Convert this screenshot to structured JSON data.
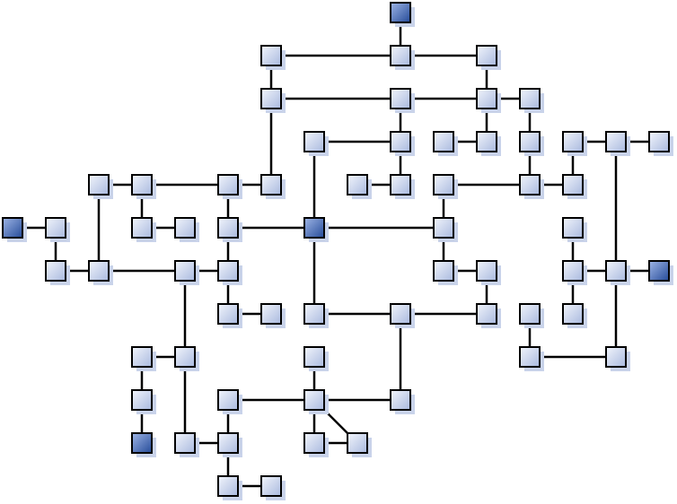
{
  "diagram": {
    "colors": {
      "background": "#ffffff",
      "edge": "#000000",
      "node_light_top": "#f2f5fc",
      "node_light_bottom": "#a9b9de",
      "node_dark_top": "#9fb6e6",
      "node_dark_bottom": "#244a98",
      "shadow": "#c9d3ea"
    },
    "nodes": [
      {
        "id": "n1",
        "style": "dark"
      },
      {
        "id": "n2",
        "style": "light"
      },
      {
        "id": "n3",
        "style": "light"
      },
      {
        "id": "n4",
        "style": "light"
      },
      {
        "id": "n5",
        "style": "light"
      },
      {
        "id": "n6",
        "style": "light"
      },
      {
        "id": "n7",
        "style": "light"
      },
      {
        "id": "n8",
        "style": "light"
      },
      {
        "id": "n9",
        "style": "light"
      },
      {
        "id": "n10",
        "style": "light"
      },
      {
        "id": "n11",
        "style": "light"
      },
      {
        "id": "n12",
        "style": "light"
      },
      {
        "id": "n13",
        "style": "light"
      },
      {
        "id": "n14",
        "style": "light"
      },
      {
        "id": "n15",
        "style": "light"
      },
      {
        "id": "n16",
        "style": "light"
      },
      {
        "id": "n17",
        "style": "light"
      },
      {
        "id": "n18",
        "style": "light"
      },
      {
        "id": "n19",
        "style": "light"
      },
      {
        "id": "n20",
        "style": "light"
      },
      {
        "id": "n21",
        "style": "light"
      },
      {
        "id": "n22",
        "style": "light"
      },
      {
        "id": "n23",
        "style": "light"
      },
      {
        "id": "n24",
        "style": "light"
      },
      {
        "id": "n25",
        "style": "dark"
      },
      {
        "id": "n26",
        "style": "light"
      },
      {
        "id": "n27",
        "style": "light"
      },
      {
        "id": "n28",
        "style": "light"
      },
      {
        "id": "n29",
        "style": "light"
      },
      {
        "id": "n30",
        "style": "dark"
      },
      {
        "id": "n31",
        "style": "light"
      },
      {
        "id": "n32",
        "style": "light"
      },
      {
        "id": "n33",
        "style": "light"
      },
      {
        "id": "n34",
        "style": "light"
      },
      {
        "id": "n35",
        "style": "light"
      },
      {
        "id": "n36",
        "style": "light"
      },
      {
        "id": "n37",
        "style": "light"
      },
      {
        "id": "n38",
        "style": "light"
      },
      {
        "id": "n39",
        "style": "light"
      },
      {
        "id": "n40",
        "style": "light"
      },
      {
        "id": "n41",
        "style": "dark"
      },
      {
        "id": "n42",
        "style": "light"
      },
      {
        "id": "n43",
        "style": "light"
      },
      {
        "id": "n44",
        "style": "light"
      },
      {
        "id": "n45",
        "style": "light"
      },
      {
        "id": "n46",
        "style": "light"
      },
      {
        "id": "n47",
        "style": "light"
      },
      {
        "id": "n48",
        "style": "light"
      },
      {
        "id": "n49",
        "style": "light"
      },
      {
        "id": "n50",
        "style": "light"
      },
      {
        "id": "n51",
        "style": "light"
      },
      {
        "id": "n52",
        "style": "light"
      },
      {
        "id": "n53",
        "style": "light"
      },
      {
        "id": "n54",
        "style": "light"
      },
      {
        "id": "n55",
        "style": "light"
      },
      {
        "id": "n56",
        "style": "light"
      },
      {
        "id": "n57",
        "style": "light"
      },
      {
        "id": "n58",
        "style": "light"
      },
      {
        "id": "n59",
        "style": "dark"
      },
      {
        "id": "n60",
        "style": "light"
      },
      {
        "id": "n61",
        "style": "light"
      },
      {
        "id": "n62",
        "style": "light"
      },
      {
        "id": "n63",
        "style": "light"
      },
      {
        "id": "n64",
        "style": "light"
      },
      {
        "id": "n65",
        "style": "light"
      },
      {
        "id": "n66",
        "style": "light"
      }
    ],
    "edges": [
      [
        "n1",
        "n2"
      ],
      [
        "n3",
        "n2"
      ],
      [
        "n2",
        "n4"
      ],
      [
        "n3",
        "n5"
      ],
      [
        "n5",
        "n6"
      ],
      [
        "n6",
        "n7"
      ],
      [
        "n7",
        "n8"
      ],
      [
        "n4",
        "n7"
      ],
      [
        "n5",
        "n24"
      ],
      [
        "n6",
        "n11"
      ],
      [
        "n10",
        "n11"
      ],
      [
        "n7",
        "n13"
      ],
      [
        "n13",
        "n14"
      ],
      [
        "n8",
        "n15"
      ],
      [
        "n15",
        "n22"
      ],
      [
        "n22",
        "n23"
      ],
      [
        "n9",
        "n25"
      ],
      [
        "n9",
        "n6"
      ],
      [
        "n12",
        "n11"
      ],
      [
        "n16",
        "n17"
      ],
      [
        "n16",
        "n26"
      ],
      [
        "n16",
        "n29"
      ],
      [
        "n17",
        "n21"
      ],
      [
        "n19",
        "n20"
      ],
      [
        "n21",
        "n24"
      ],
      [
        "n21",
        "n27"
      ],
      [
        "n25",
        "n21"
      ],
      [
        "n25",
        "n28"
      ],
      [
        "n25",
        "n46"
      ],
      [
        "n28",
        "n36"
      ],
      [
        "n30",
        "n31"
      ],
      [
        "n31",
        "n32"
      ],
      [
        "n32",
        "n33"
      ],
      [
        "n33",
        "n37"
      ],
      [
        "n33",
        "n34"
      ],
      [
        "n34",
        "n35"
      ],
      [
        "n33",
        "n21"
      ],
      [
        "n29",
        "n23"
      ],
      [
        "n34",
        "n27"
      ],
      [
        "n27",
        "n38"
      ],
      [
        "n27",
        "n39"
      ],
      [
        "n46",
        "n47"
      ],
      [
        "n46",
        "n48"
      ],
      [
        "n48",
        "n49"
      ],
      [
        "n38",
        "n53"
      ],
      [
        "n35",
        "n54"
      ],
      [
        "n54",
        "n59"
      ],
      [
        "n54",
        "n60"
      ],
      [
        "n60",
        "n62"
      ],
      [
        "n62",
        "n63"
      ],
      [
        "n63",
        "n64"
      ],
      [
        "n55",
        "n54"
      ],
      [
        "n56",
        "n57"
      ],
      [
        "n57",
        "n58"
      ],
      [
        "n57",
        "n65"
      ],
      [
        "n50",
        "n51"
      ],
      [
        "n51",
        "n52"
      ],
      [
        "n51",
        "n49"
      ],
      [
        "n41",
        "n42"
      ],
      [
        "n42",
        "n43"
      ],
      [
        "n40",
        "n43"
      ],
      [
        "n44",
        "n45"
      ],
      [
        "n45",
        "n61"
      ],
      [
        "n61",
        "n66"
      ],
      [
        "n65",
        "n66"
      ],
      [
        "n23",
        "n22"
      ],
      [
        "n36",
        "n37"
      ]
    ]
  }
}
